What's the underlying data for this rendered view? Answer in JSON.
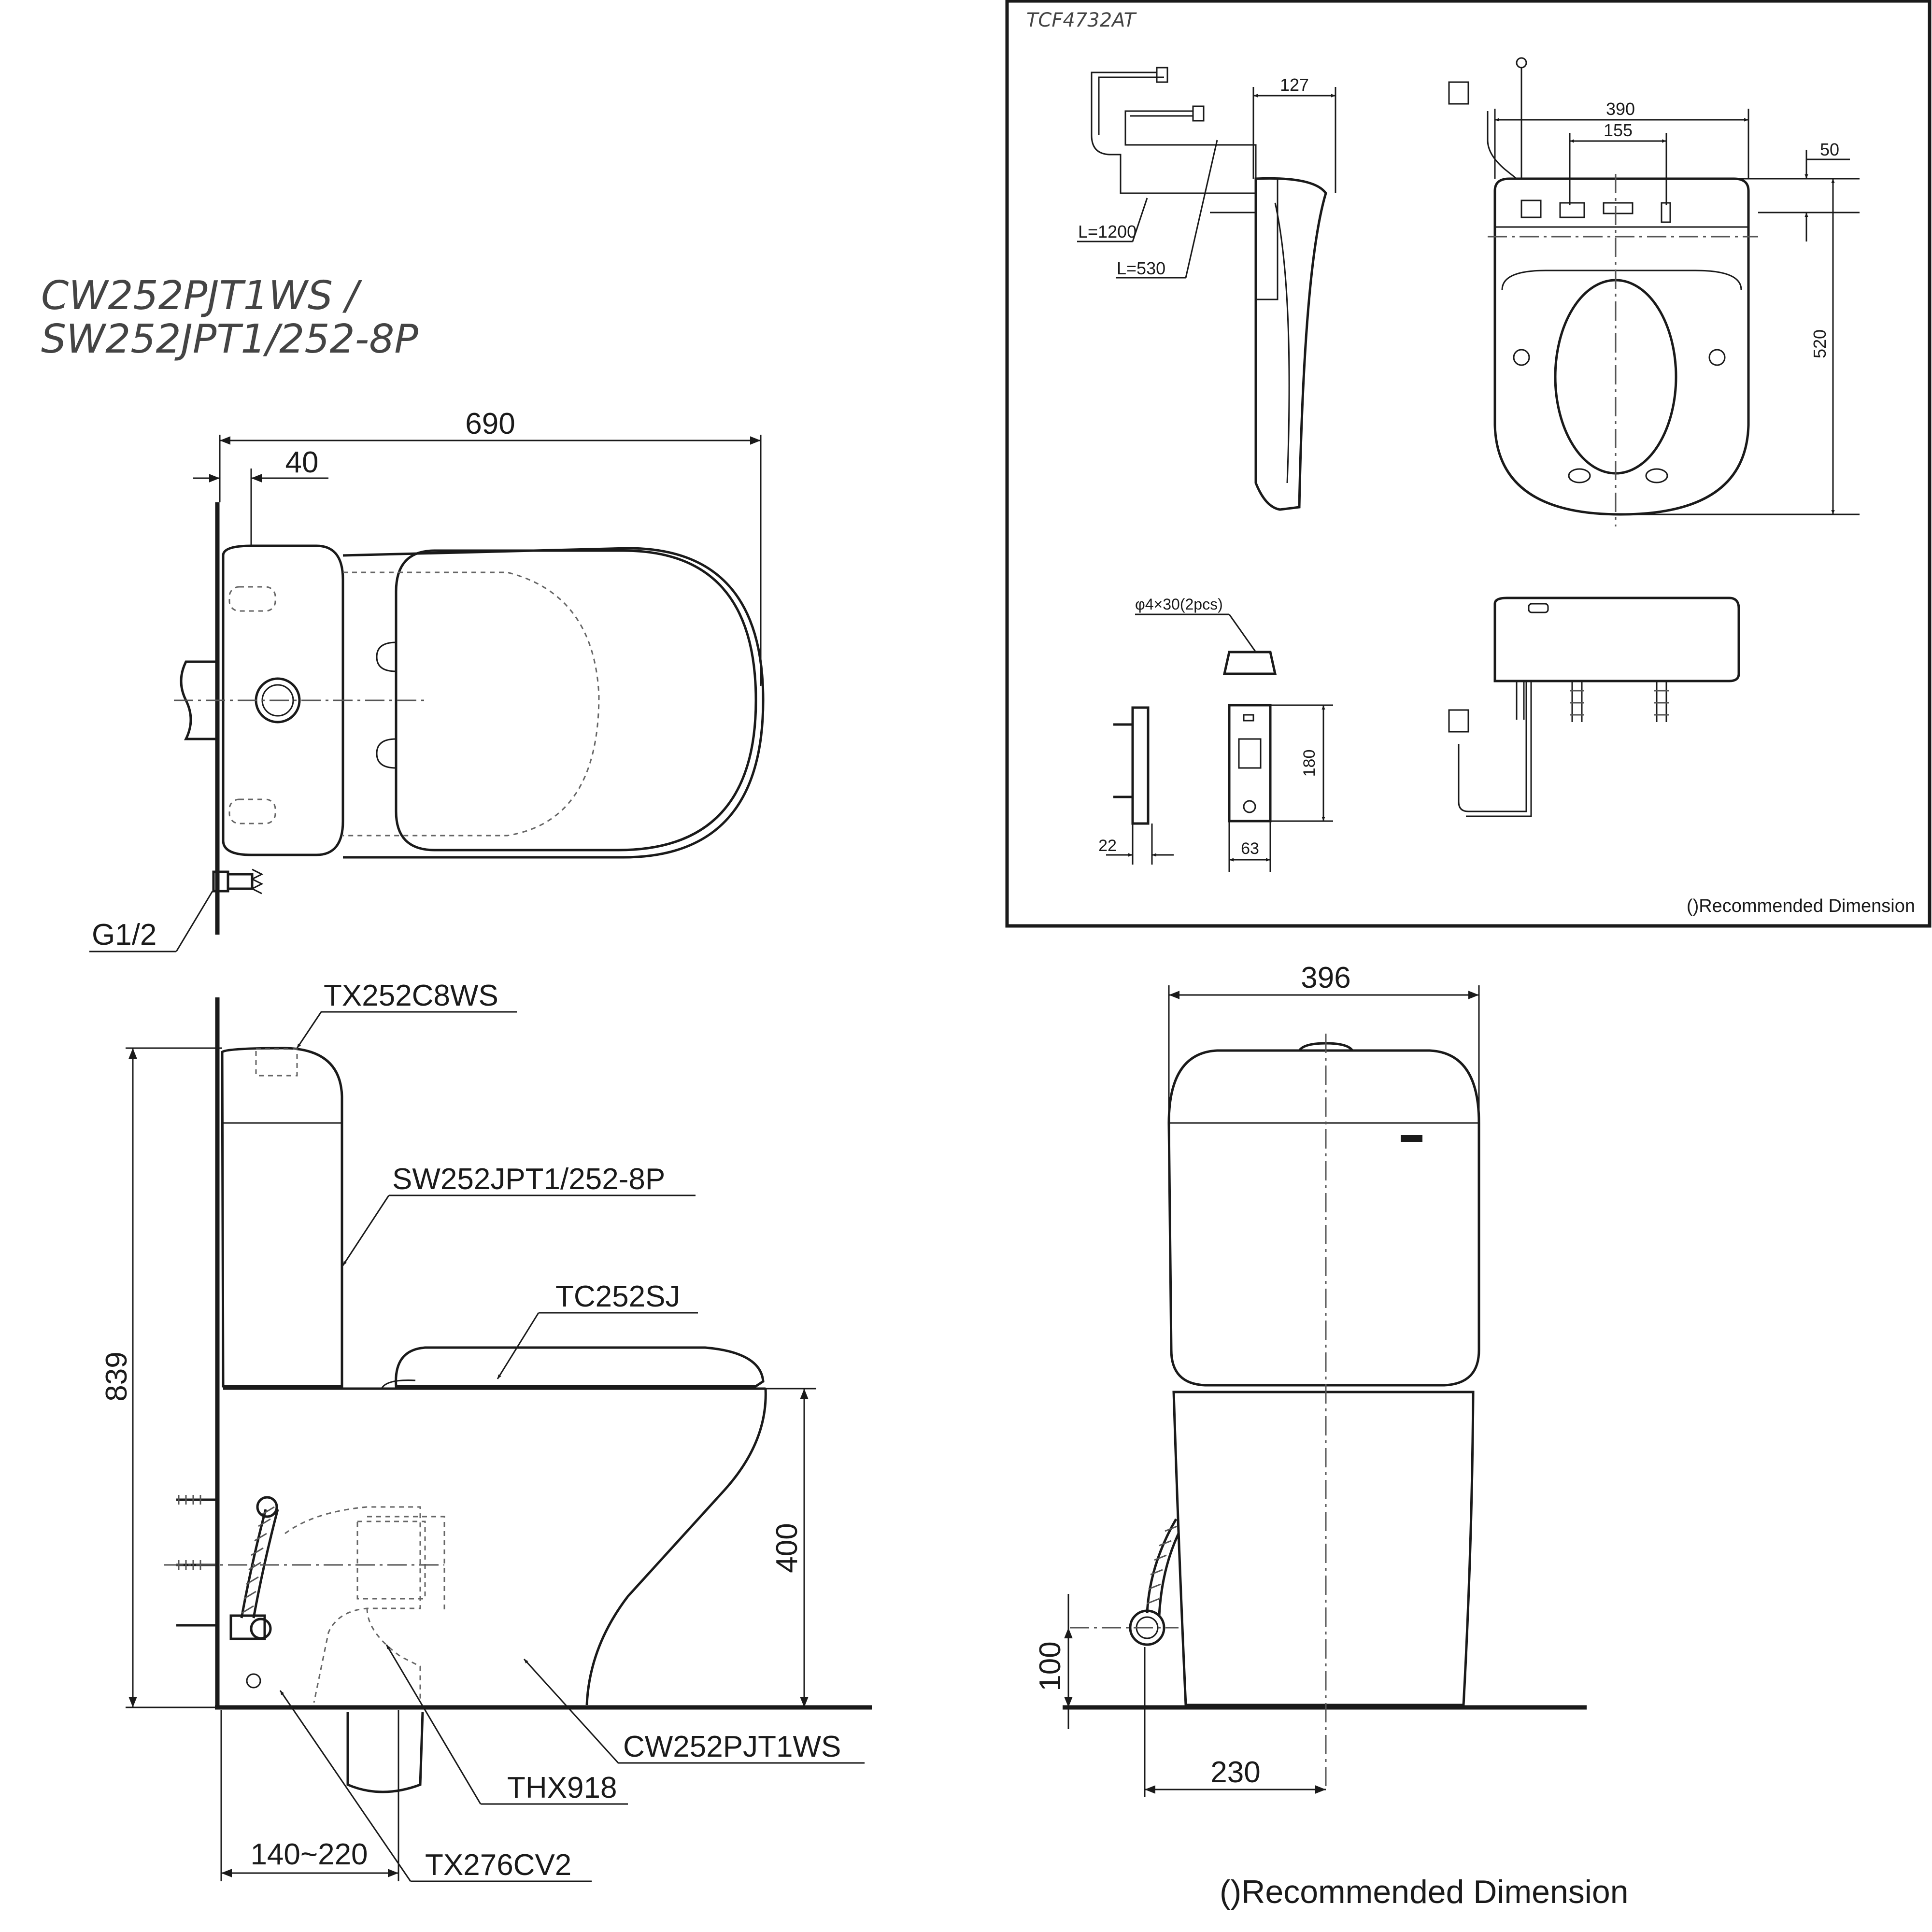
{
  "title": {
    "line1": "CW252PJT1WS /",
    "line2": "SW252JPT1/252-8P"
  },
  "top_view": {
    "dim_overall": "690",
    "dim_wall": "40",
    "inlet_label": "G1/2"
  },
  "side_view": {
    "tank_lid": "TX252C8WS",
    "tank": "SW252JPT1/252-8P",
    "seat": "TC252SJ",
    "bowl": "CW252PJT1WS",
    "flange": "THX918",
    "valve": "TX276CV2",
    "dim_height": "839",
    "dim_seat_height": "400",
    "dim_roughin": "140~220"
  },
  "front_view": {
    "dim_width": "396",
    "dim_inlet_height": "100",
    "dim_inlet_offset": "230",
    "note": "()Recommended Dimension"
  },
  "inset": {
    "model": "TCF4732AT",
    "cord_long": "L=1200",
    "cord_short": "L=530",
    "dim_depth": "127",
    "dim_width": "390",
    "dim_hole_spacing": "155",
    "dim_offset": "50",
    "dim_length": "520",
    "screw_label": "φ4×30(2pcs)",
    "dim_plate_height": "180",
    "dim_plate_thickness": "22",
    "dim_plate_width": "63",
    "note": "()Recommended Dimension"
  }
}
